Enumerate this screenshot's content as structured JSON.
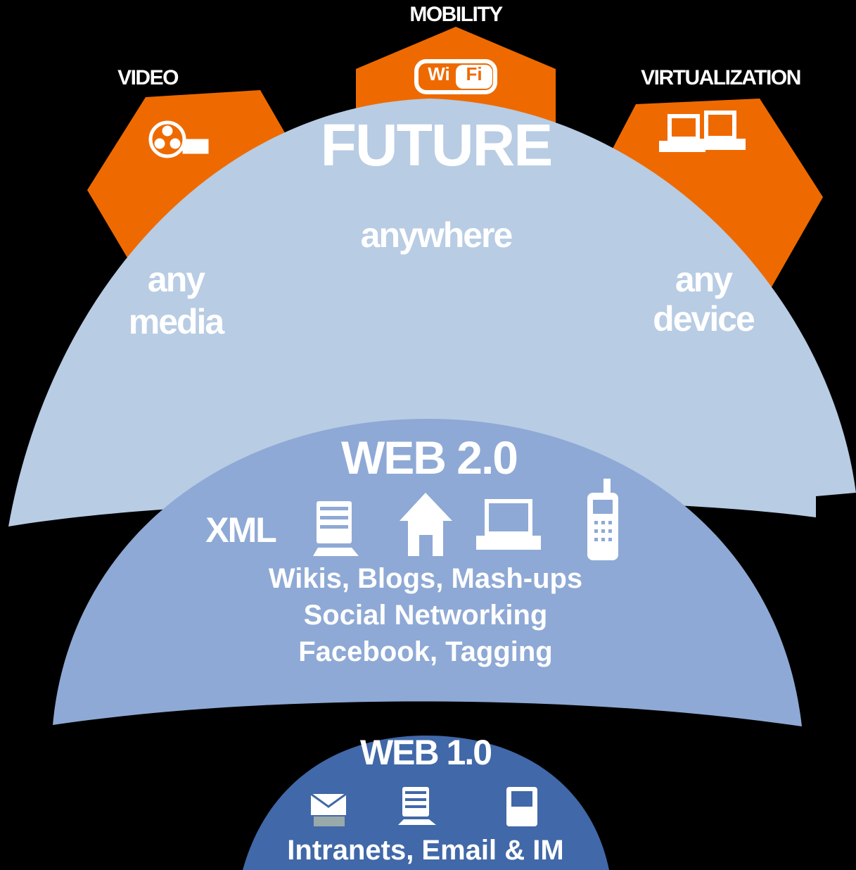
{
  "hexagons": {
    "video": {
      "label": "VIDEO",
      "icon": "film-reel-icon"
    },
    "mobility": {
      "label": "MOBILITY",
      "icon": "wifi-icon",
      "wifi_left": "Wi",
      "wifi_right": "Fi"
    },
    "virtualization": {
      "label": "VIRTUALIZATION",
      "icon": "laptops-icon"
    }
  },
  "future": {
    "title": "FUTURE",
    "anywhere": "anywhere",
    "any_media_line1": "any",
    "any_media_line2": "media",
    "any_device_line1": "any",
    "any_device_line2": "device"
  },
  "web2": {
    "title": "WEB 2.0",
    "xml": "XML",
    "line1": "Wikis, Blogs, Mash-ups",
    "line2": "Social Networking",
    "line3": "Facebook, Tagging",
    "icons": [
      "xml-icon",
      "server-icon",
      "house-icon",
      "laptop-icon",
      "mobile-phone-icon"
    ]
  },
  "web1": {
    "title": "WEB 1.0",
    "line1": "Intranets, Email & IM",
    "icons": [
      "email-icon",
      "server-icon",
      "desktop-computer-icon"
    ]
  },
  "colors": {
    "background": "#000000",
    "hexagon": "#EE6A00",
    "future_dome": "#B8CCE4",
    "web2_dome": "#8EA9D5",
    "web1_dome": "#4168A8",
    "text": "#FFFFFF"
  }
}
